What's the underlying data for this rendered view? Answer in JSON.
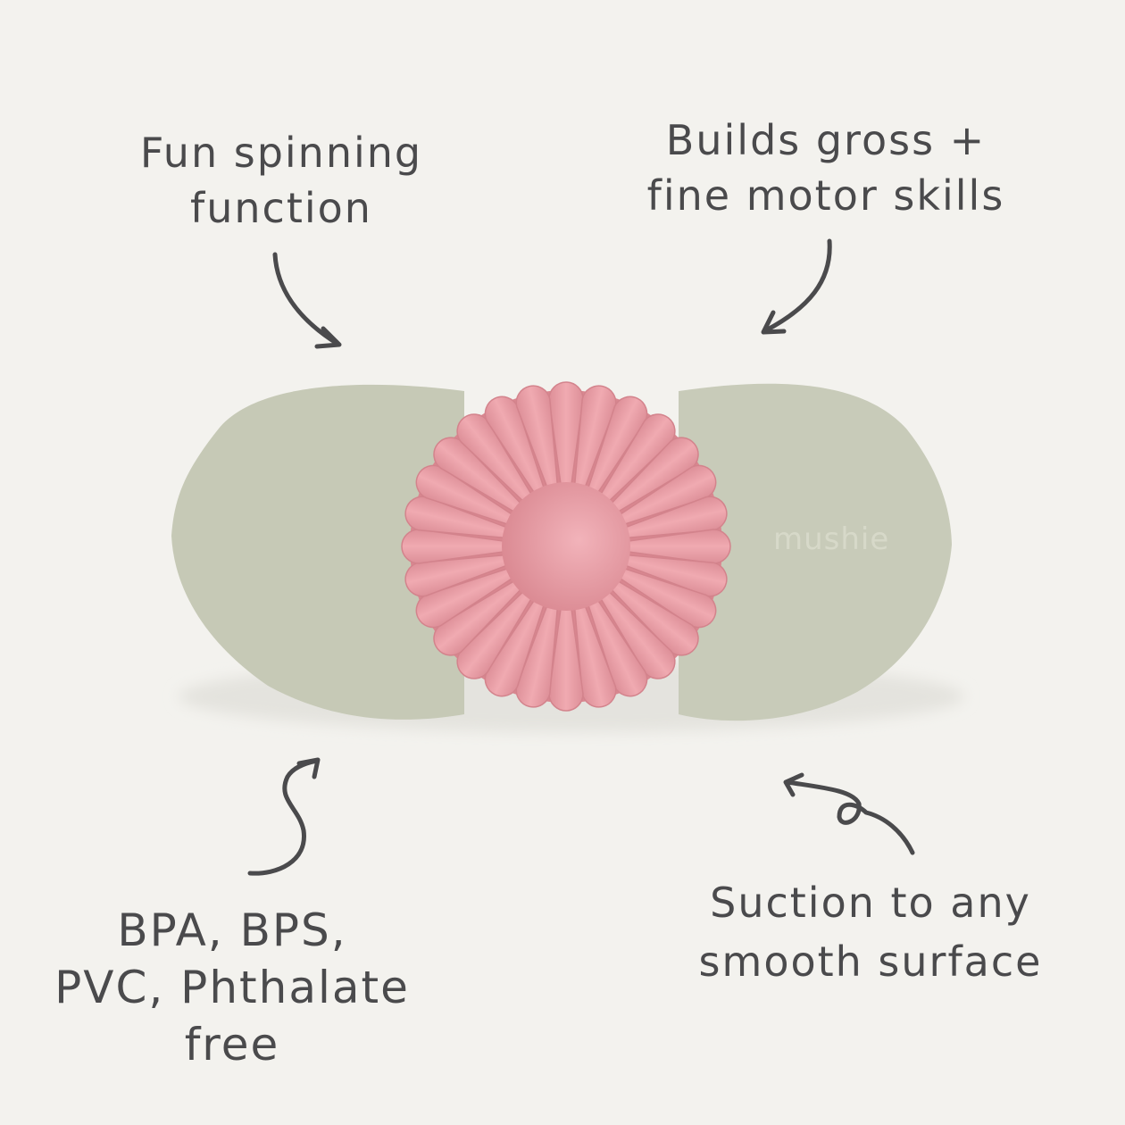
{
  "callouts": {
    "spinning": {
      "lines": [
        "Fun spinning",
        "function"
      ]
    },
    "motor": {
      "lines": [
        "Builds gross +",
        "fine motor skills"
      ]
    },
    "materials": {
      "lines": [
        "BPA, BPS,",
        "PVC, Phthalate",
        "free"
      ]
    },
    "suction": {
      "lines": [
        "Suction to any",
        "smooth surface"
      ]
    }
  },
  "product": {
    "brand_emboss": "mushie",
    "petal_count": 28
  },
  "colors": {
    "background": "#f3f2ee",
    "text": "#4a4a4c",
    "sage": "#c6c9b6",
    "pink": "#e79ba2",
    "pink_dark": "#d98790"
  }
}
